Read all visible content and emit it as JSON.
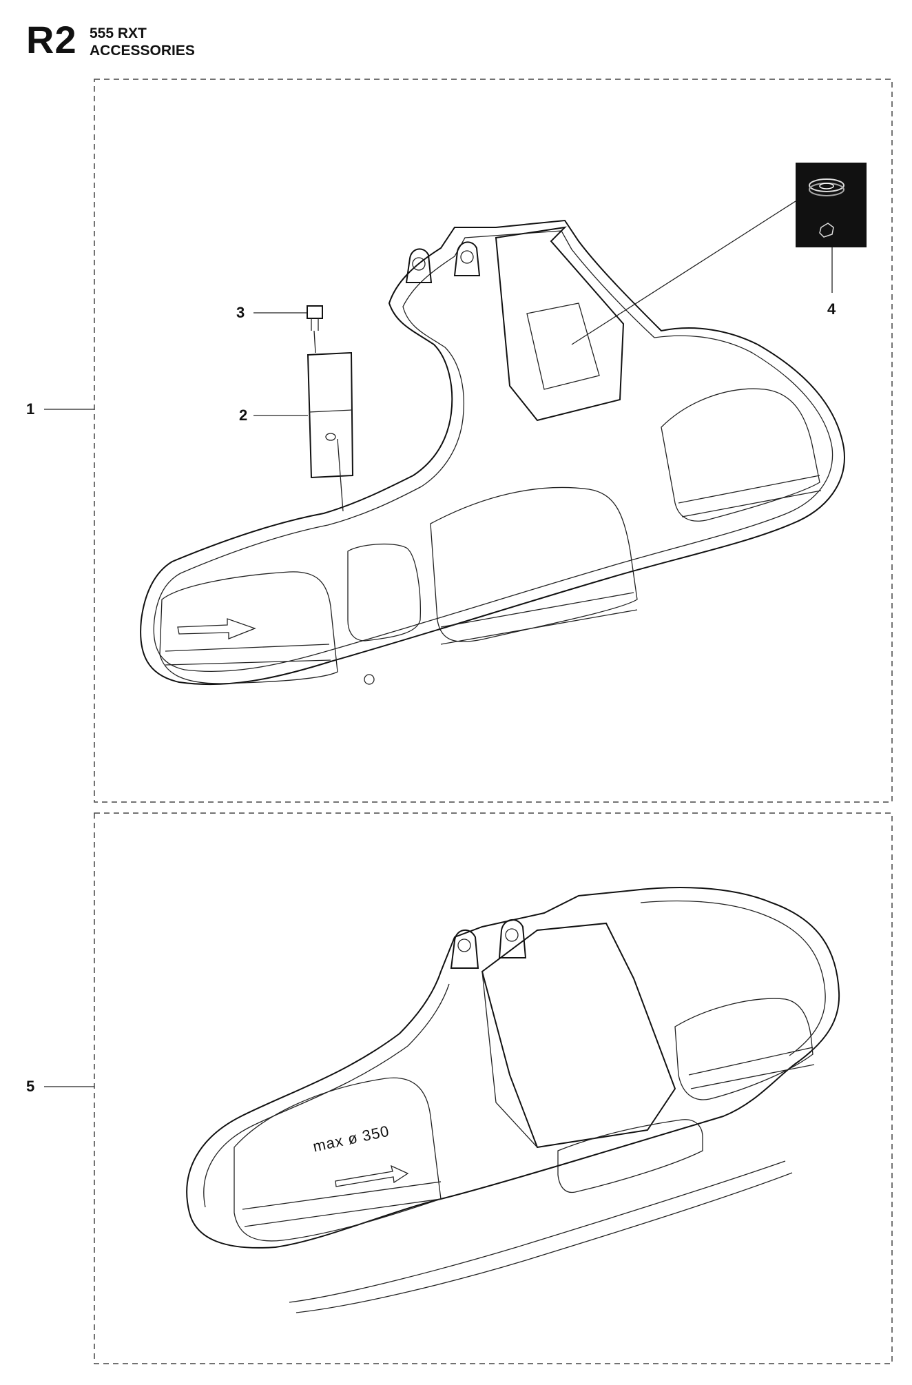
{
  "header": {
    "code": "R2",
    "model": "555 RXT",
    "section": "ACCESSORIES"
  },
  "callouts": {
    "c1": "1",
    "c2": "2",
    "c3": "3",
    "c4": "4",
    "c5": "5"
  },
  "guard_marking": "max ø 350"
}
